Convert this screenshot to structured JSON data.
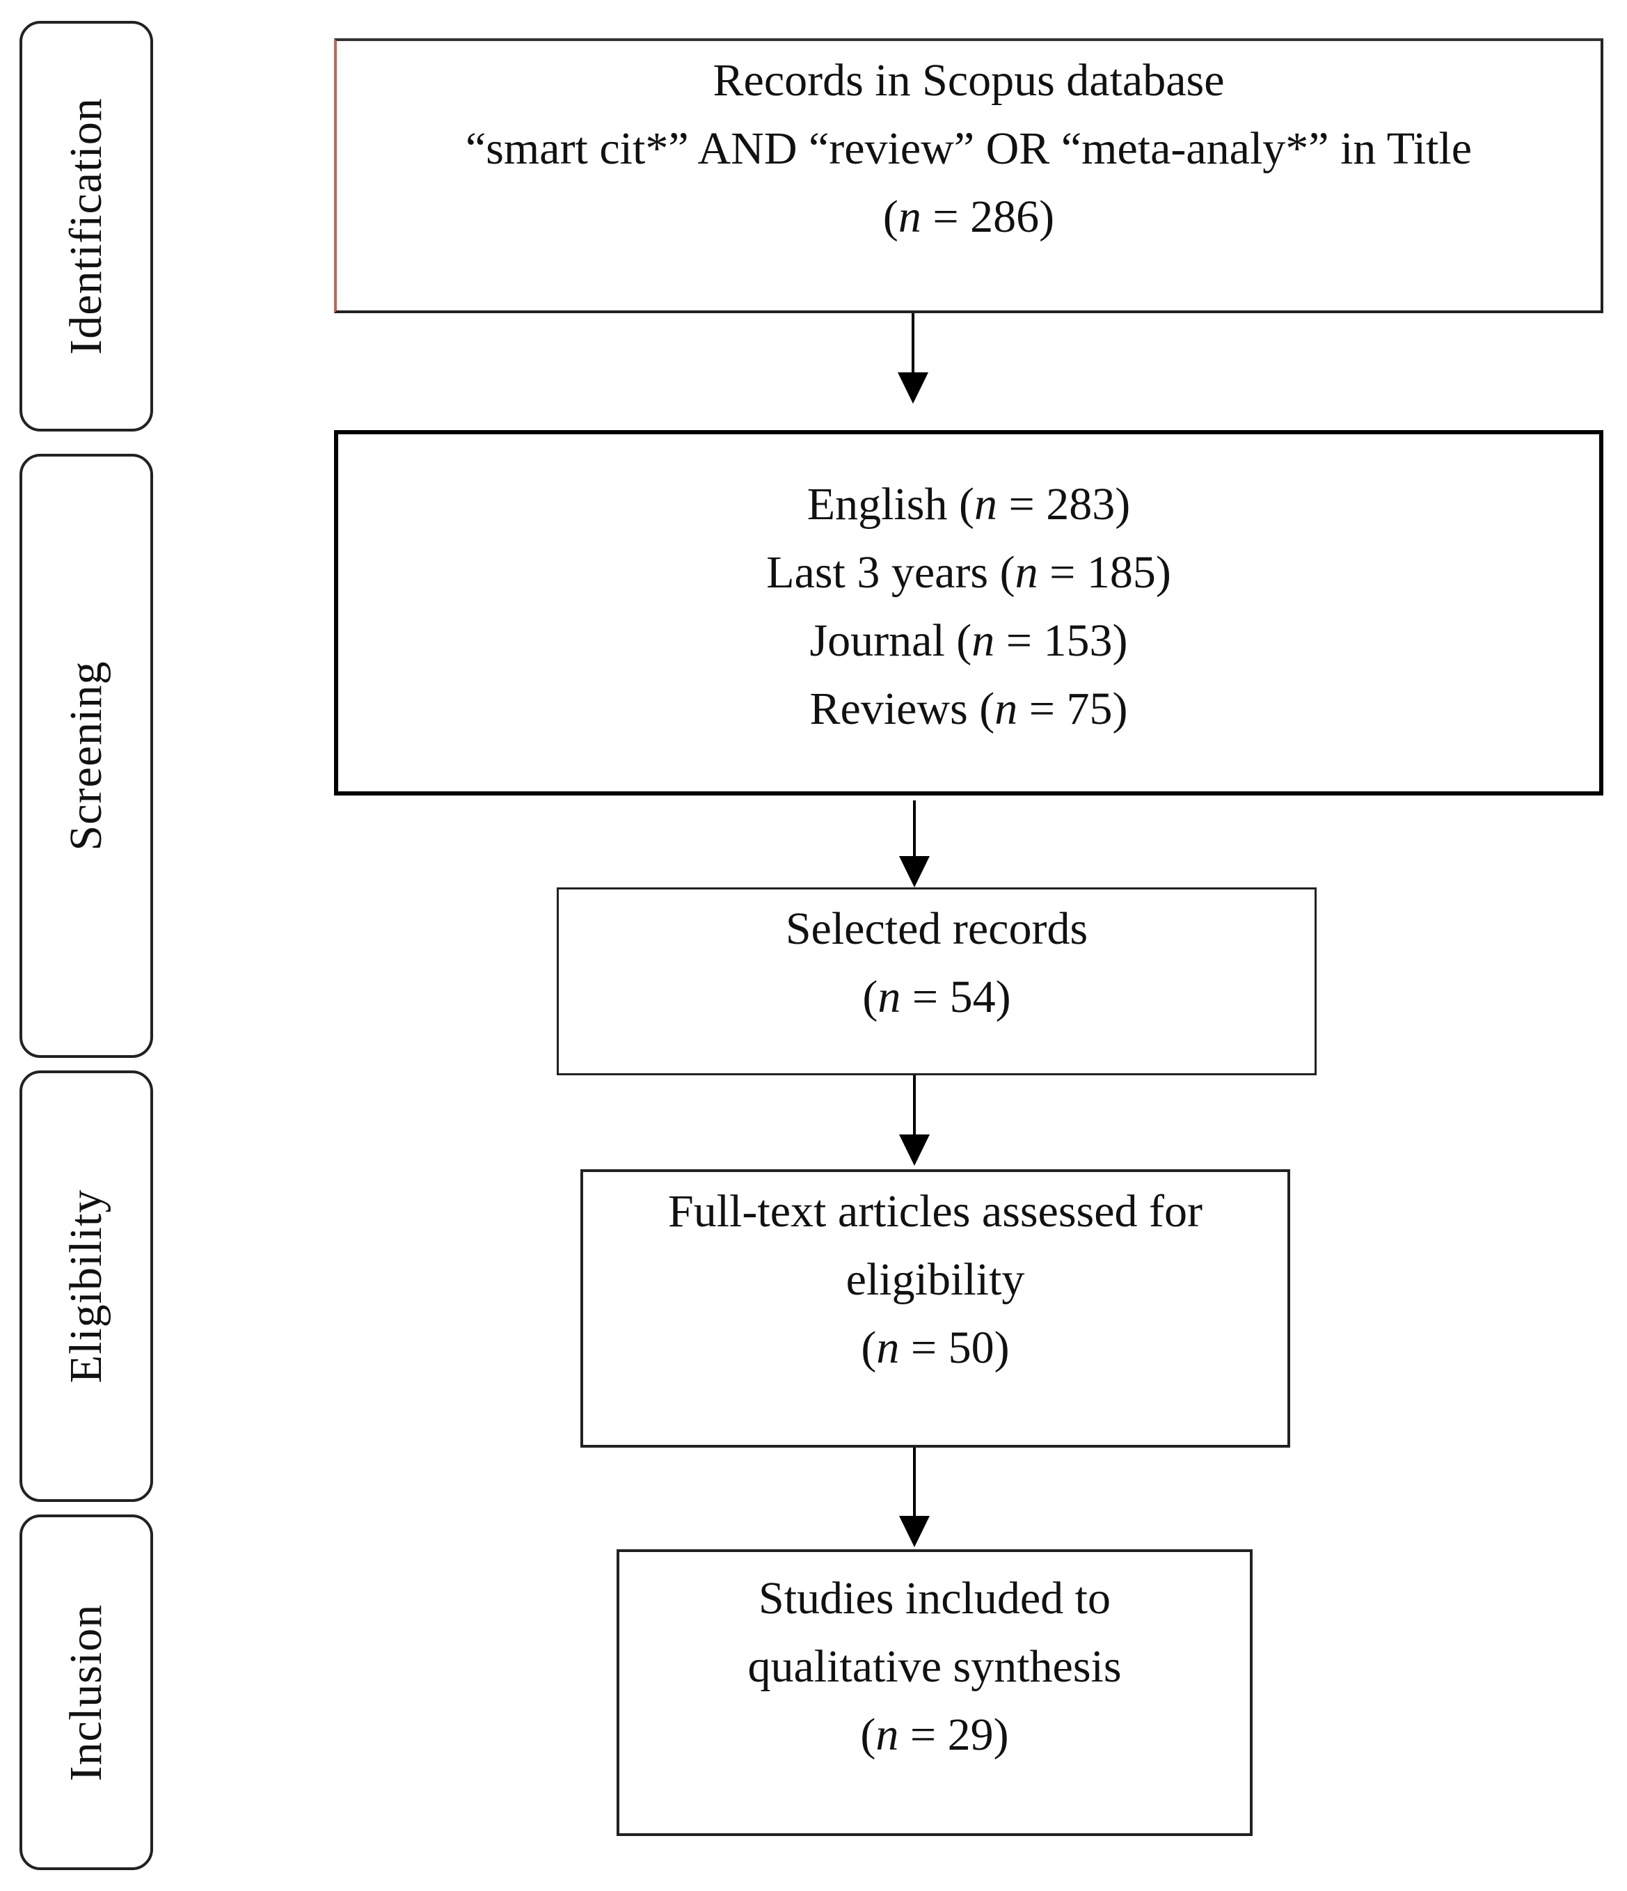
{
  "stages": [
    {
      "label": "Identification"
    },
    {
      "label": "Screening"
    },
    {
      "label": "Eligibility"
    },
    {
      "label": "Inclusion"
    }
  ],
  "boxes": {
    "identification": {
      "line1": "Records in Scopus database",
      "line2": "“smart cit*” AND “review” OR “meta-analy*” in Title",
      "count": "286"
    },
    "screening": {
      "items": [
        {
          "label": "English",
          "count": "283"
        },
        {
          "label": "Last 3 years",
          "count": "185"
        },
        {
          "label": "Journal",
          "count": "153"
        },
        {
          "label": "Reviews",
          "count": "75"
        }
      ]
    },
    "selected": {
      "line1": "Selected records",
      "count": "54"
    },
    "eligibility": {
      "line1": "Full-text articles assessed for",
      "line2": "eligibility",
      "count": "50"
    },
    "inclusion": {
      "line1": "Studies included to",
      "line2": "qualitative synthesis",
      "count": "29"
    }
  },
  "count_prefix": "(",
  "count_var": "n",
  "count_eq": " = ",
  "count_suffix": ")"
}
